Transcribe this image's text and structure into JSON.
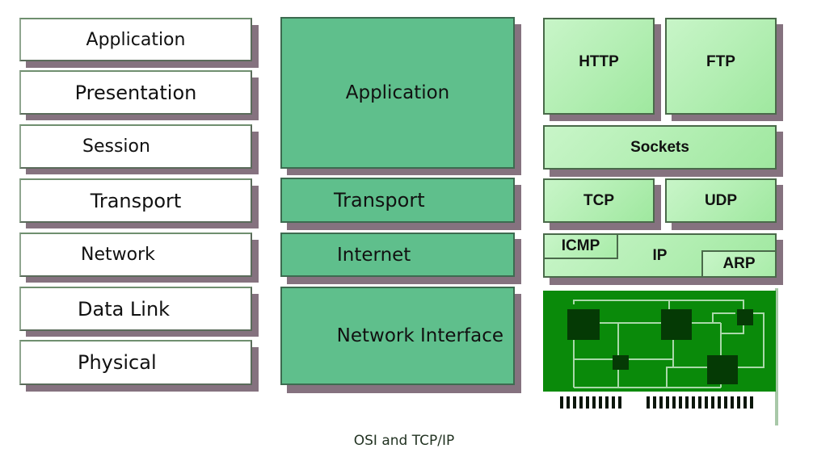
{
  "diagram": {
    "caption": "OSI and TCP/IP",
    "osi_model": {
      "layers": [
        "Application",
        "Presentation",
        "Session",
        "Transport",
        "Network",
        "Data Link",
        "Physical"
      ]
    },
    "tcpip_model": {
      "layers": [
        "Application",
        "Transport",
        "Internet",
        "Network Interface"
      ]
    },
    "protocols": {
      "application": [
        "HTTP",
        "FTP"
      ],
      "sockets": "Sockets",
      "transport": [
        "TCP",
        "UDP"
      ],
      "internet": {
        "main": "IP",
        "left": "ICMP",
        "right": "ARP"
      },
      "network_interface": "network-card-icon"
    },
    "colors": {
      "osi_fill": "#ffffff",
      "tcpip_fill": "#5fbf8c",
      "protocol_fill": "#b8f0b8",
      "shadow": "#85727f",
      "nic_board": "#0a8a0a",
      "nic_chip": "#053a05"
    }
  }
}
